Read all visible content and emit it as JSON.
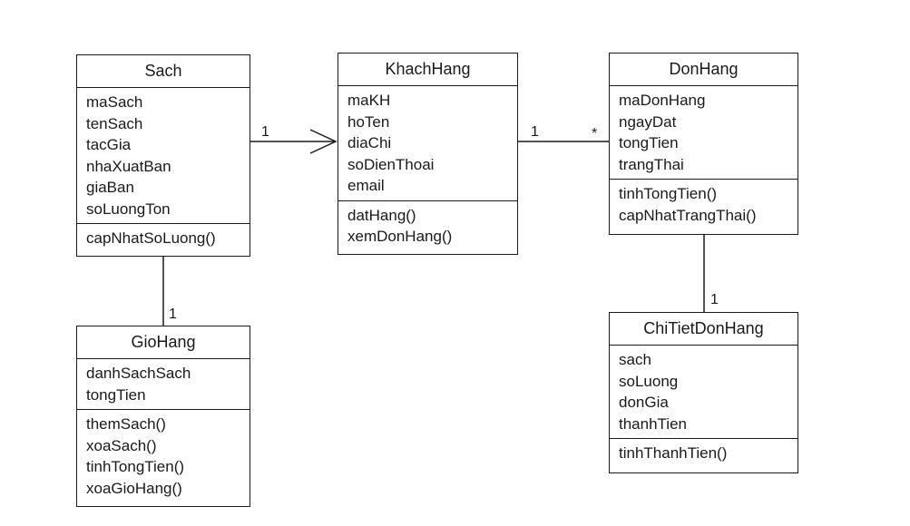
{
  "classes": {
    "sach": {
      "name": "Sach",
      "attributes": [
        "maSach",
        "tenSach",
        "tacGia",
        "nhaXuatBan",
        "giaBan",
        "soLuongTon"
      ],
      "methods": [
        "capNhatSoLuong()"
      ]
    },
    "khachhang": {
      "name": "KhachHang",
      "attributes": [
        "maKH",
        "hoTen",
        "diaChi",
        "soDienThoai",
        "email"
      ],
      "methods": [
        "datHang()",
        "xemDonHang()"
      ]
    },
    "donhang": {
      "name": "DonHang",
      "attributes": [
        "maDonHang",
        "ngayDat",
        "tongTien",
        "trangThai"
      ],
      "methods": [
        "tinhTongTien()",
        "capNhatTrangThai()"
      ]
    },
    "giohang": {
      "name": "GioHang",
      "attributes": [
        "danhSachSach",
        "tongTien"
      ],
      "methods": [
        "themSach()",
        "xoaSach()",
        "tinhTongTien()",
        "xoaGioHang()"
      ]
    },
    "chitiet": {
      "name": "ChiTietDonHang",
      "attributes": [
        "sach",
        "soLuong",
        "donGia",
        "thanhTien"
      ],
      "methods": [
        "tinhThanhTien()"
      ]
    }
  },
  "associations": {
    "sach_khachhang": {
      "multiplicity": "1"
    },
    "khachhang_donhang": {
      "left_multiplicity": "1",
      "right_multiplicity": "*"
    },
    "sach_giohang": {
      "multiplicity": "1"
    },
    "donhang_chitiet": {
      "multiplicity": "1"
    }
  }
}
